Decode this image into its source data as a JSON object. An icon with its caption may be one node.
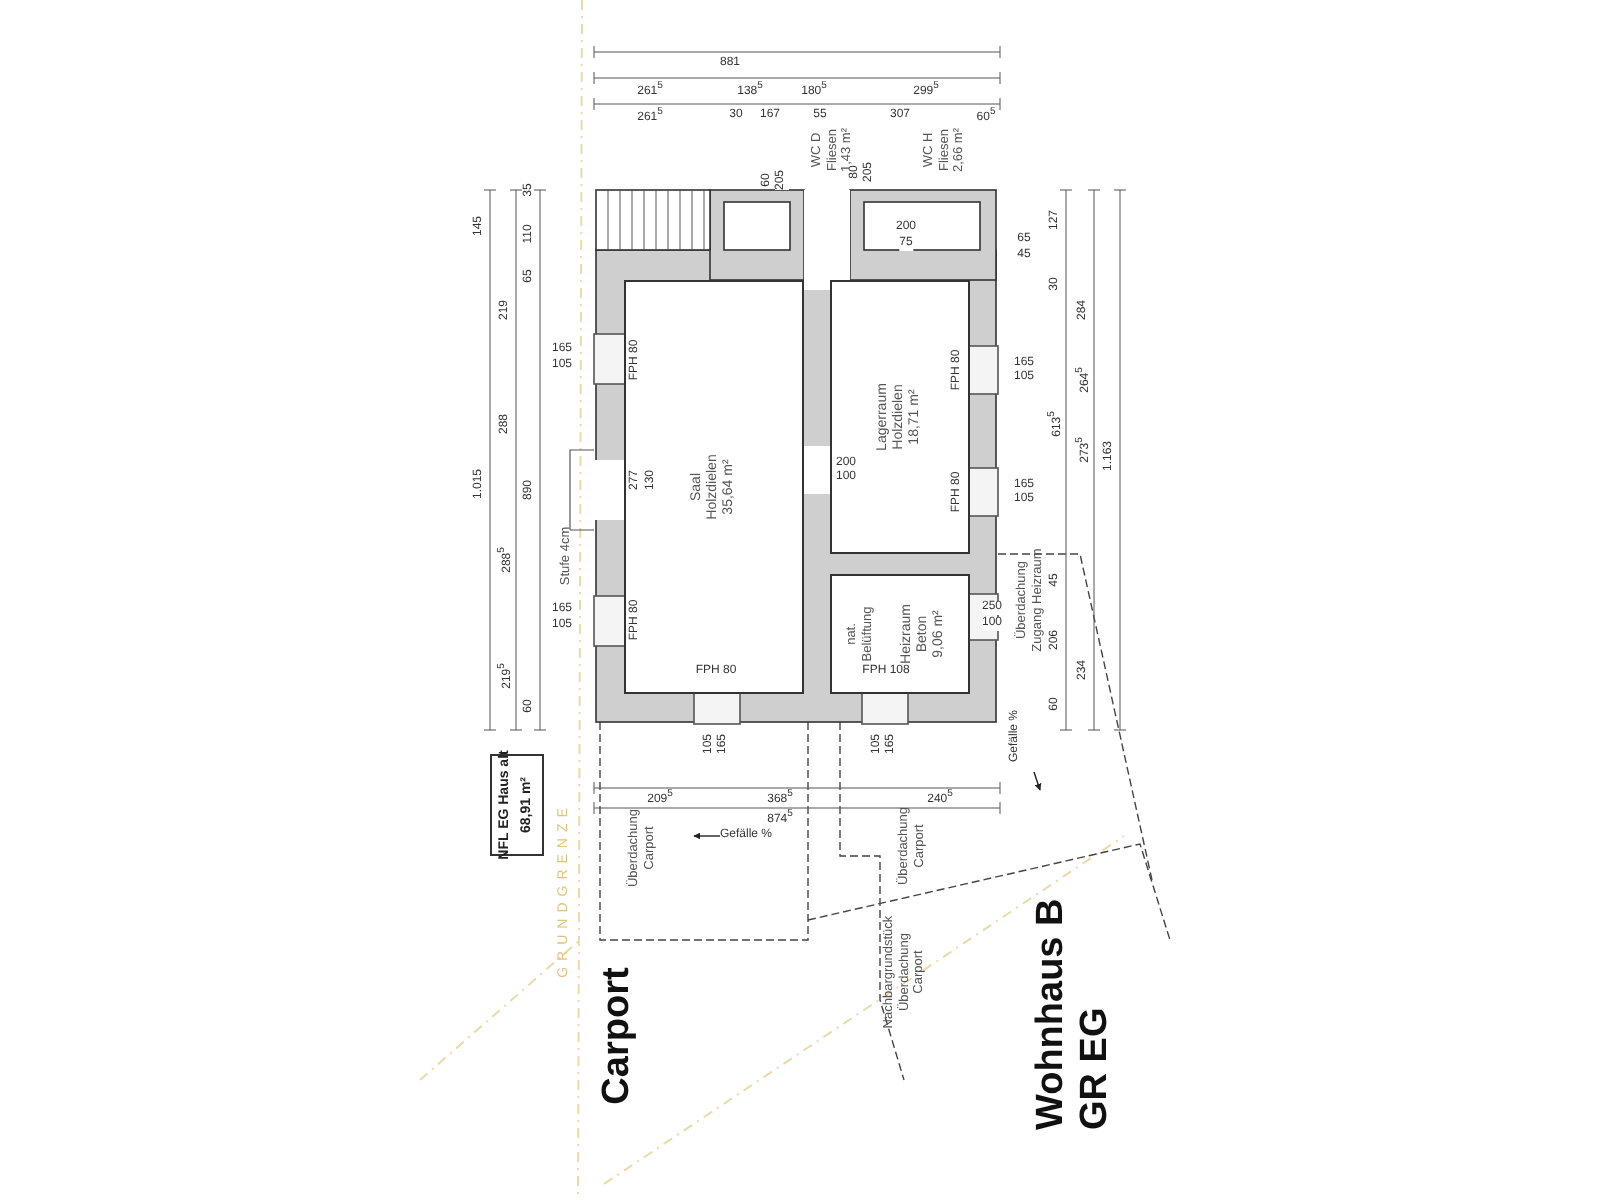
{
  "diagram": {
    "title": "Wohnhaus B GR EG",
    "nodes": [
      {
        "text": [
          "Saal",
          "Holzdielen",
          "35,64 m²"
        ]
      },
      {
        "text": [
          "Lagerraum",
          "Holzdielen",
          "18,71 m²"
        ]
      },
      {
        "text": [
          "Heizraum",
          "Beton",
          "9,06 m²"
        ]
      },
      {
        "text": [
          "NFL EG Haus alt",
          "68,91 m²"
        ]
      }
    ],
    "labels": [
      "881",
      "261$^{5}$",
      "138$^{5}$",
      "180$^{5}$",
      "299$^{5}$",
      "261$^{5}$",
      "30",
      "167",
      "55",
      "307",
      "60$^{5}$",
      "WC D Fliesen 1,43 m²",
      "WC H Fliesen 2,66 m²",
      "60",
      "205",
      "80",
      "205",
      "75",
      "200",
      "145",
      "35",
      "110",
      "65",
      "219",
      "288",
      "1.015",
      "890",
      "288$^{5}$",
      "219$^{5}$",
      "60",
      "165",
      "105",
      "165",
      "105",
      "FPH 80",
      "FPH 80",
      "277",
      "130",
      "Stufe 4cm",
      "200",
      "100",
      "FPH 80",
      "FPH 80",
      "65",
      "45",
      "165",
      "105",
      "165",
      "105",
      "127",
      "30",
      "284",
      "613$^{5}$",
      "273$^{5}$",
      "1.163",
      "Überdachung Zugang Heizraum",
      "264$^{5}$",
      "45",
      "206",
      "234",
      "60",
      "250",
      "100",
      "nat. Belüftung",
      "FPH 80",
      "FPH 108",
      "105",
      "165",
      "105",
      "165",
      "209$^{5}$",
      "368$^{5}$",
      "874$^{5}$",
      "240$^{5}$",
      "Gefälle %",
      "Gefälle %",
      "Überdachung Carport",
      "Überdachung Carport",
      "Nachbargrundstück Überdachung Carport",
      "GRUNDGRENZE",
      "Carport"
    ]
  }
}
